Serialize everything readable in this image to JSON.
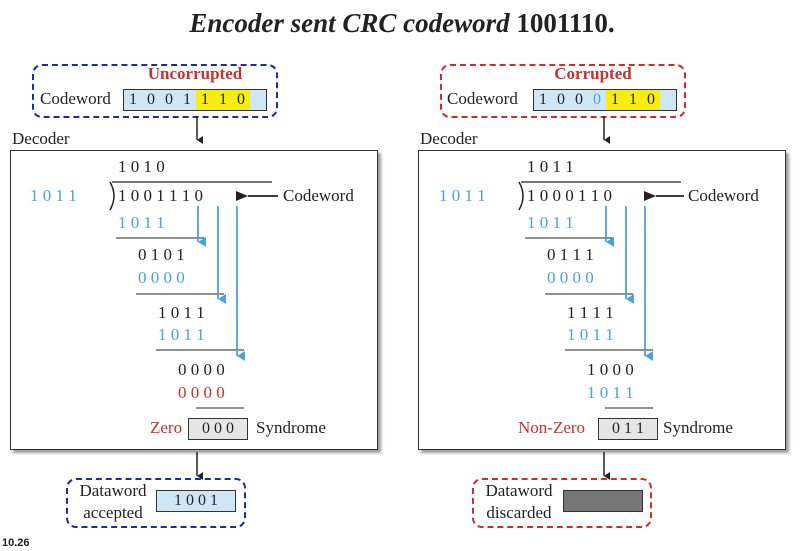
{
  "title_italic": "Encoder sent CRC codeword",
  "title_value": "1001110.",
  "slide_number": "10.26",
  "left": {
    "status": "Uncorrupted",
    "codeword_label": "Codeword",
    "codeword_bits": [
      "1",
      "0",
      "0",
      "1",
      "1",
      "1",
      "0"
    ],
    "decoder_label": "Decoder",
    "quotient": "1 0 1 0",
    "divisor": "1 0 1 1",
    "dividend": "1 0 0 1 1 1 0",
    "codeword_arrow_label": "Codeword",
    "rows": [
      "1 0 1 1",
      "0 1 0 1",
      "0 0 0 0",
      "1 0 1 1",
      "1 0 1 1",
      "0 0 0 0",
      "0 0 0 0"
    ],
    "zero_label": "Zero",
    "syndrome_bits": "0 0 0",
    "syndrome_label": "Syndrome",
    "dataword_label": "Dataword",
    "dataword_status": "accepted",
    "dataword_bits": "1 0 0 1"
  },
  "right": {
    "status": "Corrupted",
    "codeword_label": "Codeword",
    "codeword_bits": [
      "1",
      "0",
      "0",
      "0",
      "1",
      "1",
      "0"
    ],
    "decoder_label": "Decoder",
    "quotient": "1 0 1 1",
    "divisor": "1 0 1 1",
    "dividend": "1 0 0 0 1 1 0",
    "codeword_arrow_label": "Codeword",
    "rows": [
      "1 0 1 1",
      "0 1 1 1",
      "0 0 0 0",
      "1 1 1 1",
      "1 0 1 1",
      "1 0 0 0",
      "1 0 1 1"
    ],
    "zero_label": "Non-Zero",
    "syndrome_bits": "0 1 1",
    "syndrome_label": "Syndrome",
    "dataword_label": "Dataword",
    "dataword_status": "discarded"
  }
}
